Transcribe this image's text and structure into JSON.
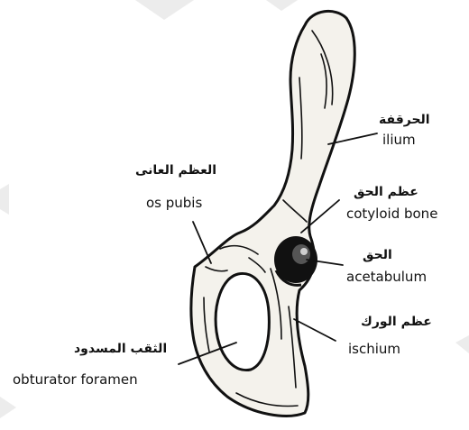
{
  "labels": {
    "ilium": {
      "ar": "الحرقفة",
      "en": "ilium"
    },
    "os_pubis": {
      "ar": "العظم العانى",
      "en": "os pubis"
    },
    "cotyloid_bone": {
      "ar": "عظم الحق",
      "en": "cotyloid bone"
    },
    "acetabulum": {
      "ar": "الحق",
      "en": "acetabulum"
    },
    "ischium": {
      "ar": "عظم الورك",
      "en": "ischium"
    },
    "obturator_foramen": {
      "ar": "الثقب المسدود",
      "en": "obturator foramen"
    }
  },
  "colors": {
    "ink": "#111111",
    "bone": "#f4f2ec",
    "watermark": "#e9e9e9"
  }
}
